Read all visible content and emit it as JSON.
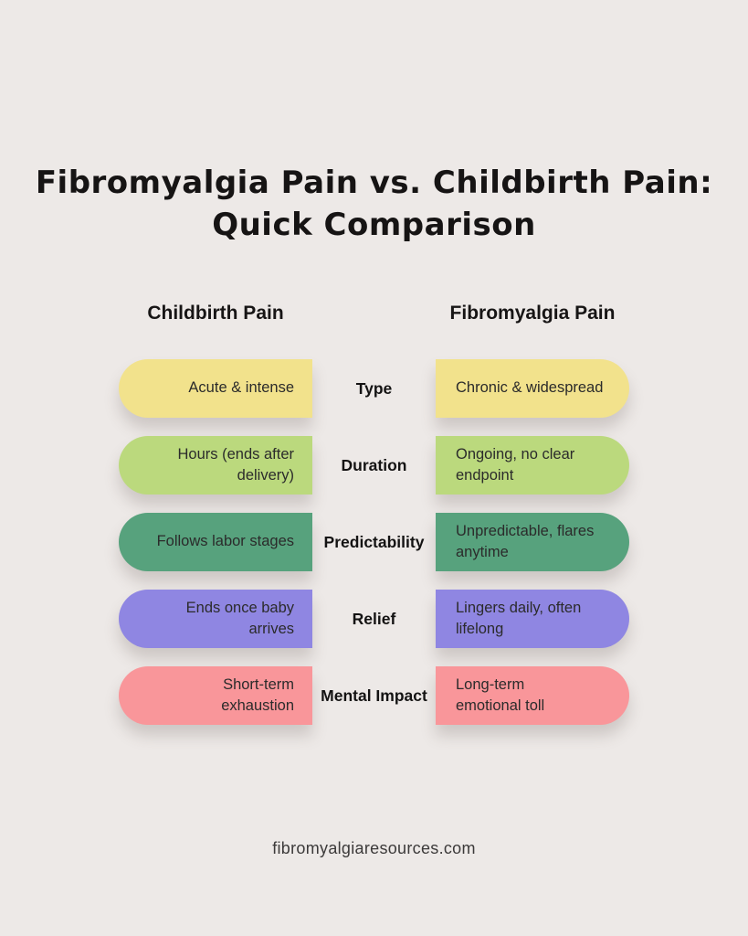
{
  "page": {
    "background_color": "#EDE9E7",
    "title_line1": "Fibromyalgia Pain vs. Childbirth Pain:",
    "title_line2": "Quick Comparison",
    "footer": "fibromyalgiaresources.com"
  },
  "comparison": {
    "left_header": "Childbirth Pain",
    "right_header": "Fibromyalgia Pain",
    "rows": [
      {
        "label": "Type",
        "left": "Acute & intense",
        "right": "Chronic & widespread",
        "color": "#F2E28C"
      },
      {
        "label": "Duration",
        "left": "Hours (ends after\ndelivery)",
        "right": "Ongoing, no clear\nendpoint",
        "color": "#BBD97D"
      },
      {
        "label": "Predictability",
        "left": "Follows labor stages",
        "right": "Unpredictable, flares\nanytime",
        "color": "#57A27D"
      },
      {
        "label": "Relief",
        "left": "Ends once baby\narrives",
        "right": "Lingers daily, often\nlifelong",
        "color": "#8F86E2"
      },
      {
        "label": "Mental Impact",
        "left": "Short-term\nexhaustion",
        "right": "Long-term\nemotional toll",
        "color": "#F9969A"
      }
    ]
  }
}
